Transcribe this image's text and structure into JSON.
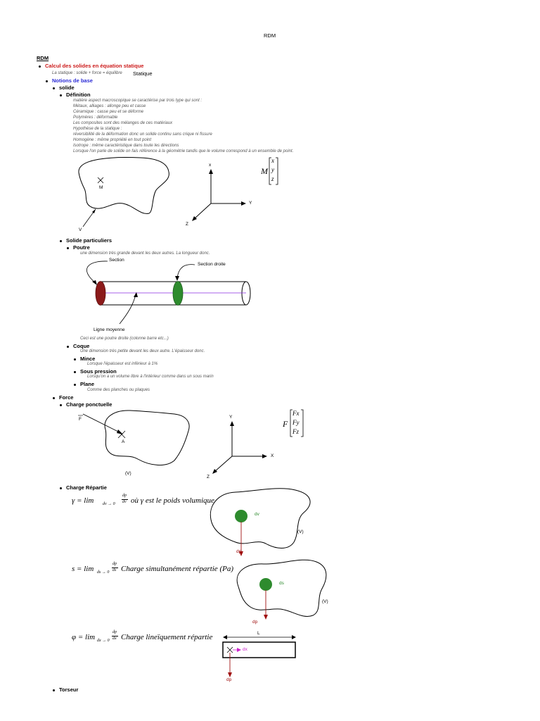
{
  "page_title": "RDM",
  "heading": "RDM",
  "calc": {
    "label": "Calcul des solides en équation statique",
    "note": "La statique : solide + force = équilibre",
    "note_tag": "Statique"
  },
  "notions": "Notions de base",
  "solide": "solide",
  "definition": {
    "label": "Définition",
    "lines": [
      "matière aspect macroscopique se caractérise par trois type qui sont :",
      "Métaux, alliages : allonge peu et casse",
      "Céramique : casse peu et se déforme",
      "Polymères : déformable",
      "Les composites sont des mélanges de ces matériaux",
      "Hypothèse de la statique :",
      "réversibilité de la déformation donc un solide continu sans crique ni fissure",
      "Homogène : même propriété en tout point",
      "Isotrope : même caractéristique dans toute les directions",
      "Lorsque l'on parle de solide on fais référence à la géométrie tandis que le volume correspond à un ensemble de point."
    ]
  },
  "fig1": {
    "m_label": "M",
    "v_label": "V",
    "axis_x": "x",
    "axis_y": "Y",
    "axis_z": "Z",
    "vec_letter": "M",
    "vec": [
      "x",
      "y",
      "z"
    ]
  },
  "solide_part": "Solide particuliers",
  "poutre": {
    "label": "Poutre",
    "desc": "une dimension très grande devant les deux autres. La longueur donc."
  },
  "fig2": {
    "section": "Section",
    "section_droite": "Section droite",
    "ligne": "Ligne moyenne",
    "caption": "Ceci est une poutre droite (colonne barre etc...)"
  },
  "coque": {
    "label": "Coque",
    "desc": "Une dimension très petite devant les deux autre. L'épaisseur donc."
  },
  "mince": {
    "label": "Mince",
    "desc": "Lorsque l'épaisseur est inférieur à 1%"
  },
  "pression": {
    "label": "Sous pression",
    "desc": "Lorsqu'on a un volume libre à l'intérieur comme dans un sous marin"
  },
  "plane": {
    "label": "Plane",
    "desc": "Comme des planches ou plaques"
  },
  "force": "Force",
  "charge_ponct": "Charge ponctuelle",
  "fig3": {
    "f_label": "F",
    "a_label": "A",
    "v_label": "(V)",
    "axis_y": "Y",
    "axis_x": "X",
    "axis_z": "Z",
    "vec_letter": "F",
    "vec": [
      "Fx",
      "Fy",
      "Fz"
    ]
  },
  "charge_rep": "Charge Répartie",
  "eq1": {
    "lhs": "γ = lim",
    "sub": "dv → 0",
    "num": "dp",
    "den": "dv",
    "rest": "où γ est le poids volumique"
  },
  "eq2": {
    "lhs": "s = lim",
    "sub": "ds → 0",
    "num": "dp",
    "den": "ds",
    "rest": "Charge simultanément répartie (Pa)"
  },
  "eq3": {
    "lhs": "φ = lim",
    "sub": "dx → 0",
    "num": "dp",
    "den": "dx",
    "rest": "Charge lineïquement répartie"
  },
  "fig4": {
    "dv": "dv",
    "dp": "dp",
    "v": "(V)"
  },
  "fig5": {
    "ds": "ds",
    "dp": "dp",
    "v": "(V)"
  },
  "fig6": {
    "l": "L",
    "dx": "dx",
    "dp": "dp"
  },
  "torseur": "Torseur",
  "colors": {
    "red_heading": "#cc1a1a",
    "blue_heading": "#2b2bd6",
    "beam_red": "#8b1a1a",
    "green": "#2e8b2e",
    "purple": "#8a2be2",
    "arrow_red": "#a01010",
    "dx_magenta": "#cc22cc"
  }
}
